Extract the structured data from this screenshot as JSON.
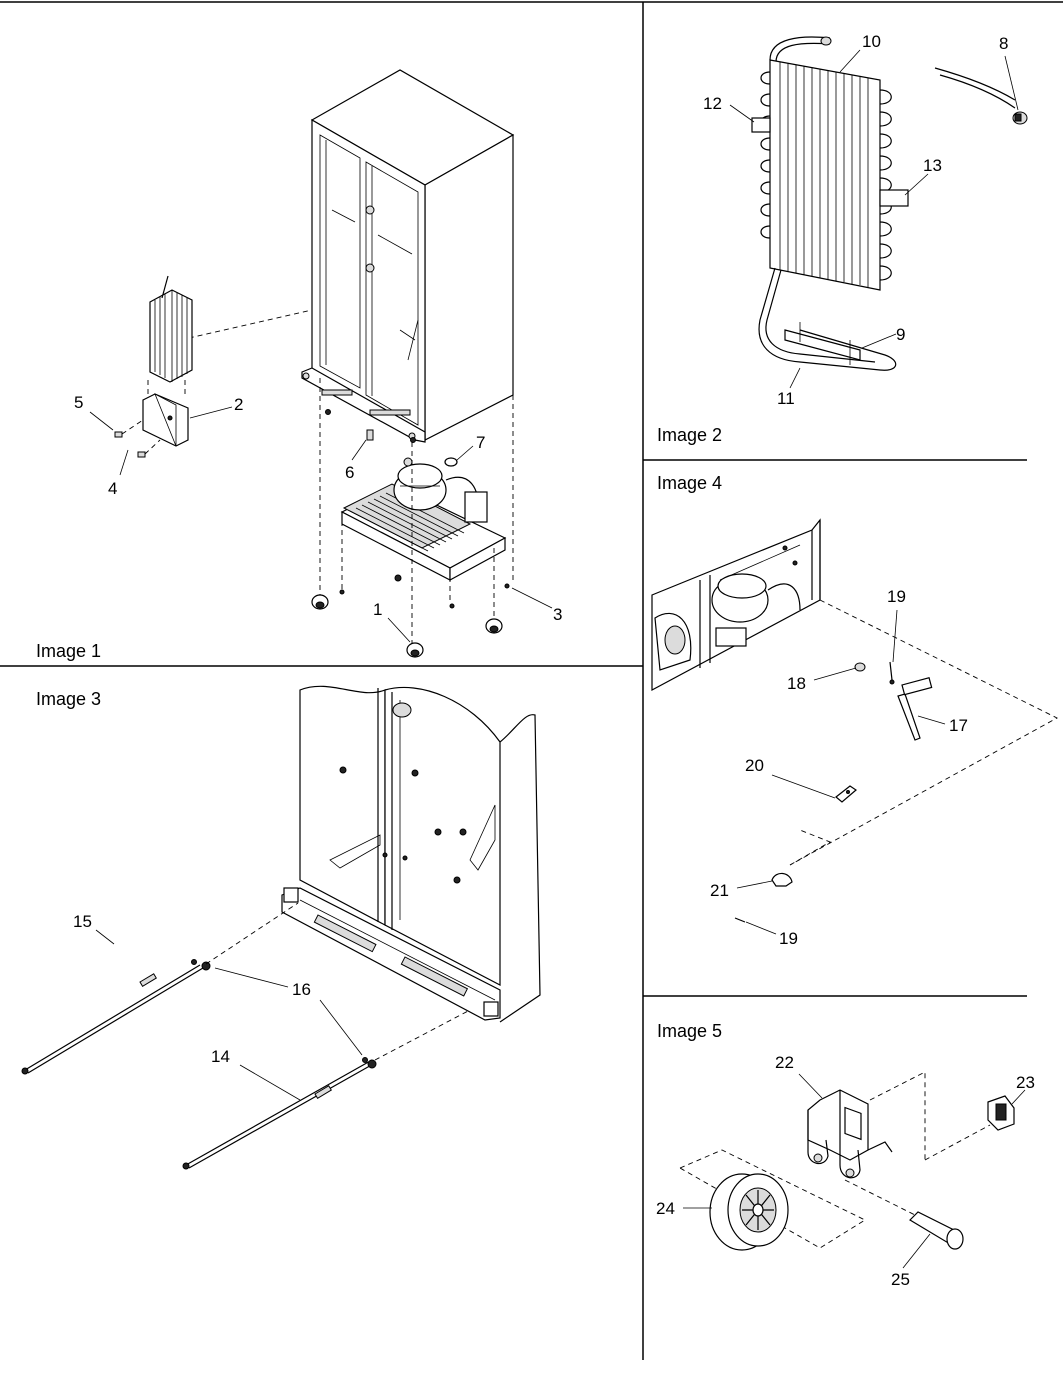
{
  "panels": [
    {
      "id": "image1",
      "label": "Image 1"
    },
    {
      "id": "image2",
      "label": "Image 2"
    },
    {
      "id": "image3",
      "label": "Image 3"
    },
    {
      "id": "image4",
      "label": "Image 4"
    },
    {
      "id": "image5",
      "label": "Image 5"
    }
  ],
  "callouts": {
    "c1": "1",
    "c2": "2",
    "c3": "3",
    "c4": "4",
    "c5": "5",
    "c6": "6",
    "c7": "7",
    "c8": "8",
    "c9": "9",
    "c10": "10",
    "c11": "11",
    "c12": "12",
    "c13": "13",
    "c14": "14",
    "c15": "15",
    "c16": "16",
    "c17": "17",
    "c18": "18",
    "c19a": "19",
    "c19b": "19",
    "c20": "20",
    "c21": "21",
    "c22": "22",
    "c23": "23",
    "c24": "24",
    "c25": "25"
  }
}
